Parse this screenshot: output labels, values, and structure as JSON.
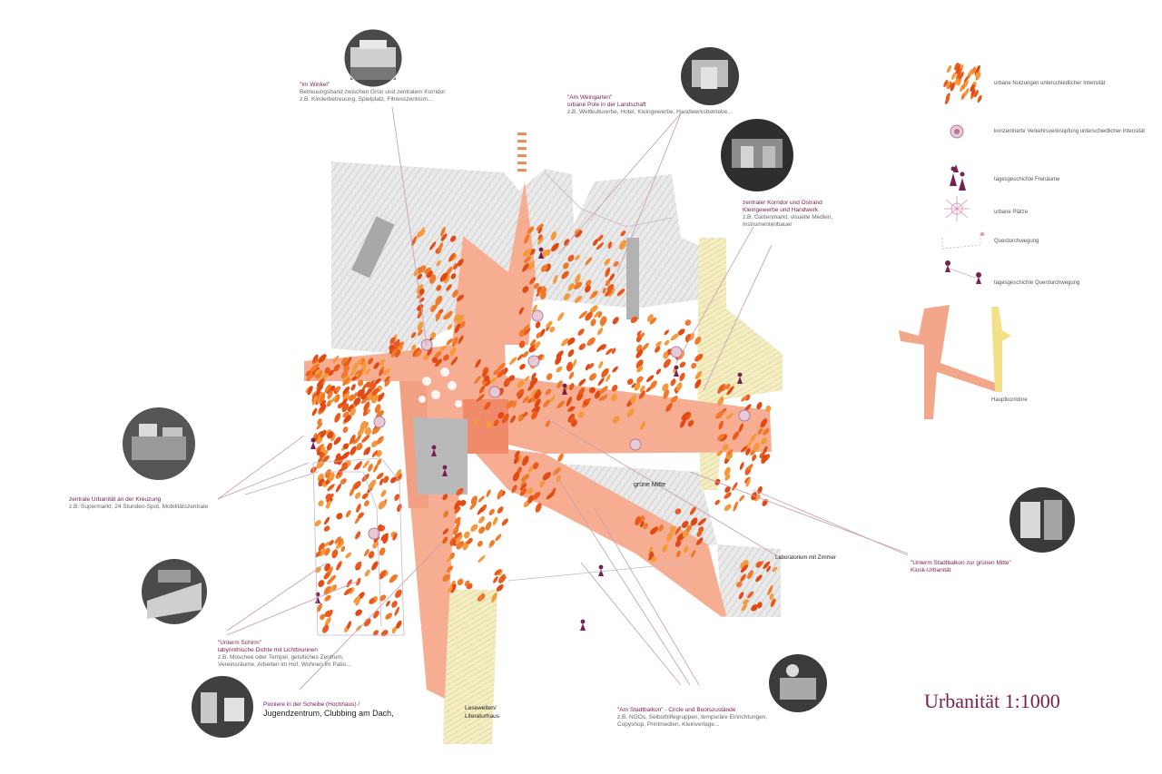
{
  "title": "Urbanität 1:1000",
  "colors": {
    "accent": "#7a2050",
    "corridor": "#f7ad91",
    "corridor_dark": "#ef8a6a",
    "building": "#ea5a1c",
    "building_light": "#f59a3c",
    "plaza": "#fff2a8",
    "gray": "#d8d8d8",
    "line": "#c9a4b2"
  },
  "legend": [
    {
      "icon": "urban-uses-icon",
      "text": "urbane Nutzungen unterschiedlicher Intensität"
    },
    {
      "icon": "node-icon",
      "text": "konzentrierte Verkehrsverknüpfung unterschiedlicher Intensität"
    },
    {
      "icon": "figures-icon",
      "text": "tagesgeschichte Freiräume"
    },
    {
      "icon": "urban-place-icon",
      "text": "urbane Plätze"
    },
    {
      "icon": "crossing-icon",
      "text": "Querdurchwegung"
    },
    {
      "icon": "figure-crossing-icon",
      "text": "tagesgeschichte Querdurchwegung"
    },
    {
      "icon": "main-corridor-icon",
      "text": "Hauptkorridore"
    }
  ],
  "annotations": {
    "a1": {
      "title": "\"Im Winkel\"",
      "line1": "Betreuungsband zwischen Grün und zentralem Korridor",
      "line2": "z.B. Kinderbetreuung, Spielplatz, Fitnesszentrum..."
    },
    "a2": {
      "title": "\"Am Weingarten\"",
      "line1": "urbane Pole in der Landschaft",
      "line2": "z.B. Weltkulturerbe, Hotel, Kleingewerbe, Handwerksbetriebe..."
    },
    "a3": {
      "title": "zentraler Korridor und Ostrand",
      "line1": "Kleingewerbe und Handwerk",
      "line2": "z.B. Gartenmarkt, visuelle Medien,",
      "line3": "Instrumentenbauer"
    },
    "a4": {
      "title": "zentrale Urbanität an der Kreuzung",
      "line1": "z.B. Supermarkt, 24 Stunden-Spot, Mobilitätszentrale"
    },
    "a5": {
      "title": "\"Unterm Stadtbalkon zur grünen Mitte\"",
      "line1": "Kiosk-Urbanität"
    },
    "a6": {
      "title": "\"Unterm Schirm\"",
      "line1": "labyrinthische Dichte mit Lichtbrunnen",
      "line2": "z.B. Moschee oder Tempel, geistliches Zentrum,",
      "line3": "Vereinsräume, Arbeiten im Hof, Wohnen im Patio..."
    },
    "a7": {
      "title": "Pioniere in der Scheibe (Hochhaus) /",
      "line1": "Jugendzentrum, Clubbing am Dach,"
    },
    "a8": {
      "title": "\"Am Stadtbalkon\" - Circle und Bootszustände",
      "line1": "z.B. NGOs, Selbsthilfegruppen, temporäre Einrichtungen,",
      "line2": "Copyshop, Printmedien, Kleinverlage..."
    }
  },
  "map_labels": {
    "center": "grüne Mitte",
    "lab": "Laboratorium mit Zimmer",
    "south_line1": "Lesewelten/",
    "south_line2": "Literaturhaus"
  }
}
